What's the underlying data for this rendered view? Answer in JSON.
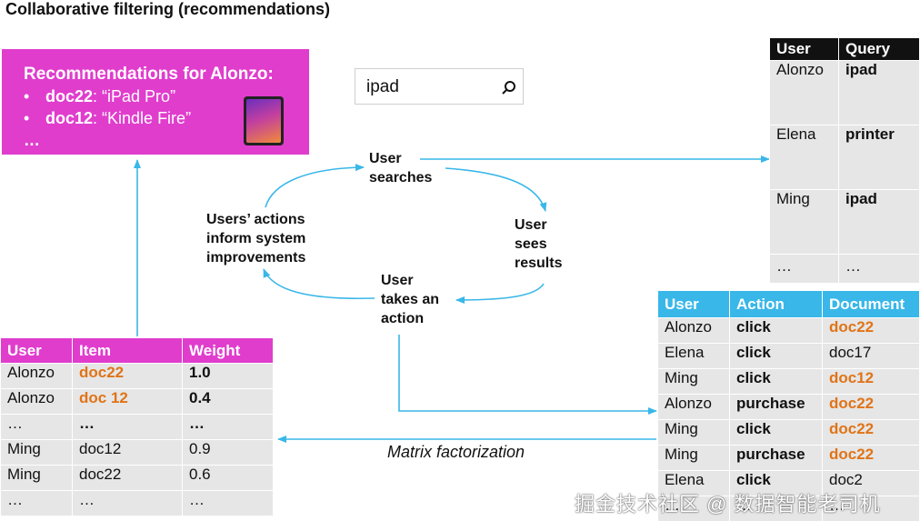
{
  "title": "Collaborative filtering (recommendations)",
  "recommendations": {
    "heading": "Recommendations for Alonzo:",
    "items": [
      {
        "bullet": "•",
        "doc": "doc22",
        "rest": ": “iPad Pro”"
      },
      {
        "bullet": "•",
        "doc": "doc12",
        "rest": ": “Kindle Fire”"
      }
    ],
    "more": "…"
  },
  "search": {
    "value": "ipad"
  },
  "cycle": {
    "step1": "User\nsearches",
    "step2": "User\nsees\nresults",
    "step3": "User\ntakes an\naction",
    "step4": "Users’ actions\ninform system\nimprovements"
  },
  "matrix_label": "Matrix factorization",
  "query_table": {
    "headers": [
      "User",
      "Query"
    ],
    "rows": [
      [
        "Alonzo",
        "ipad"
      ],
      [
        "Elena",
        "printer"
      ],
      [
        "Ming",
        "ipad"
      ],
      [
        "…",
        "…"
      ]
    ]
  },
  "action_table": {
    "headers": [
      "User",
      "Action",
      "Document"
    ],
    "rows": [
      [
        "Alonzo",
        "click",
        "doc22"
      ],
      [
        "Elena",
        "click",
        "doc17"
      ],
      [
        "Ming",
        "click",
        "doc12"
      ],
      [
        "Alonzo",
        "purchase",
        "doc22"
      ],
      [
        "Ming",
        "click",
        "doc22"
      ],
      [
        "Ming",
        "purchase",
        "doc22"
      ],
      [
        "Elena",
        "click",
        "doc2"
      ],
      [
        "…",
        "…",
        "…"
      ]
    ],
    "highlighted_docs": [
      "doc22",
      "doc12"
    ]
  },
  "weight_table": {
    "headers": [
      "User",
      "Item",
      "Weight"
    ],
    "rows": [
      [
        "Alonzo",
        "doc22",
        "1.0"
      ],
      [
        "Alonzo",
        "doc 12",
        "0.4"
      ],
      [
        "…",
        "…",
        "…"
      ],
      [
        "Ming",
        "doc12",
        "0.9"
      ],
      [
        "Ming",
        "doc22",
        "0.6"
      ],
      [
        "…",
        "…",
        "…"
      ]
    ]
  },
  "watermark": "掘金技术社区 @ 数据智能老司机",
  "colors": {
    "magenta": "#e03dcd",
    "cyan": "#39b7e8",
    "orange": "#e07418",
    "black_header": "#111111",
    "cell": "#e6e6e6"
  },
  "icons": [
    "search-icon",
    "ipad-icon"
  ]
}
